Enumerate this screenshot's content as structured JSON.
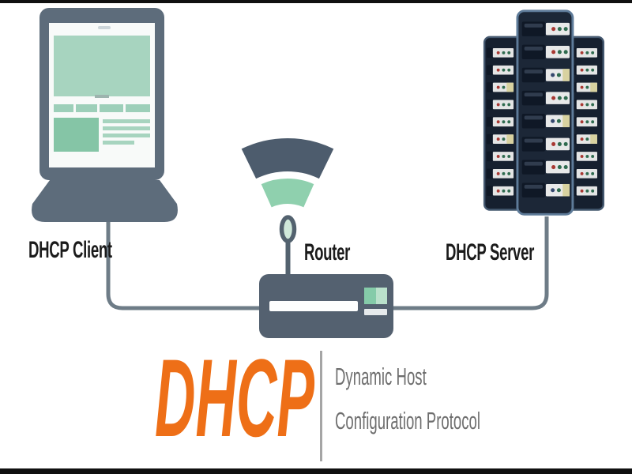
{
  "page": {
    "background": "#ffffff",
    "letterbox_color": "#101010"
  },
  "nodes": {
    "client": {
      "label": "DHCP Client"
    },
    "router": {
      "label": "Router"
    },
    "server": {
      "label": "DHCP Server"
    }
  },
  "logo": {
    "acronym": "DHCP",
    "subtitle_line1": "Dynamic Host",
    "subtitle_line2": "Configuration Protocol",
    "accent_color": "#ee6f17",
    "subtitle_color": "#6e6e6e",
    "divider_color": "#a5a5a5"
  },
  "icons": {
    "laptop": "laptop-icon",
    "wifi": "wifi-signal-icon",
    "router_device": "router-device-icon",
    "server_rack": "server-rack-icon"
  },
  "palette": {
    "device_slate": "#5d6c7b",
    "wifi_dark_arc": "#4d5c6d",
    "wifi_green_arc": "#8fd0ae",
    "antenna_fill": "#cfe8da",
    "router_body": "#546170",
    "router_green_left": "#85cba9",
    "router_green_right": "#bae1cb",
    "cable_gray": "#6e7c87",
    "screen_green_light": "#a7d4bf",
    "screen_green_mid": "#85c5a6",
    "screen_green_bar": "#9dcfb9",
    "rack_body": "#1c2737",
    "rack_frame_center": "#5e7b99",
    "rack_frame_side": "#44586f",
    "rack_bezel": "#0f1826",
    "rack_panel": "#e8e9e9",
    "led_red": "#a83832",
    "led_green": "#2f6b4f",
    "led_blue": "#35486e",
    "led_yellow": "#d8d2a0",
    "label_color": "#1b1b1b"
  }
}
